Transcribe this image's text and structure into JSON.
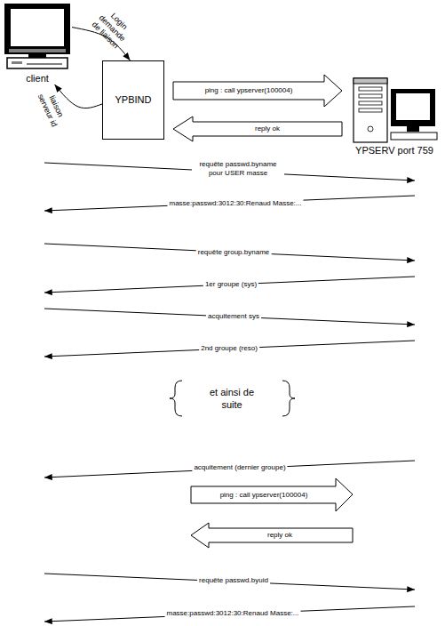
{
  "diagram": {
    "nodes": [
      {
        "text": [
          "client"
        ]
      },
      {
        "text": [
          "YPBIND"
        ]
      },
      {
        "text": [
          "YPSERV port 759"
        ]
      }
    ],
    "edges": [
      {
        "from": 0,
        "to": 1,
        "label": "Login demande de liaison",
        "arrow": "to"
      },
      {
        "from": 1,
        "to": 0,
        "label": "liaison serveur id",
        "arrow": "to"
      },
      {
        "from": 1,
        "to": 2,
        "label": "ping : call ypserver(100004)",
        "arrow": "to"
      },
      {
        "from": 2,
        "to": 1,
        "label": "reply ok",
        "arrow": "to"
      }
    ],
    "labels": [
      "requête passwd.byname pour USER masse",
      "masse:passwd:3012:30:Renaud Masse:...",
      "requête group.byname",
      "1er groupe (sys)",
      "acquitement sys",
      "2nd groupe (reso)",
      "et ainsi de suite",
      "acquitement (dernier groupe)",
      "ping : call ypserver(100004)",
      "reply ok",
      "requête passwd.byuid",
      "masse:passwd:3012:30:Renaud Masse:..."
    ]
  }
}
